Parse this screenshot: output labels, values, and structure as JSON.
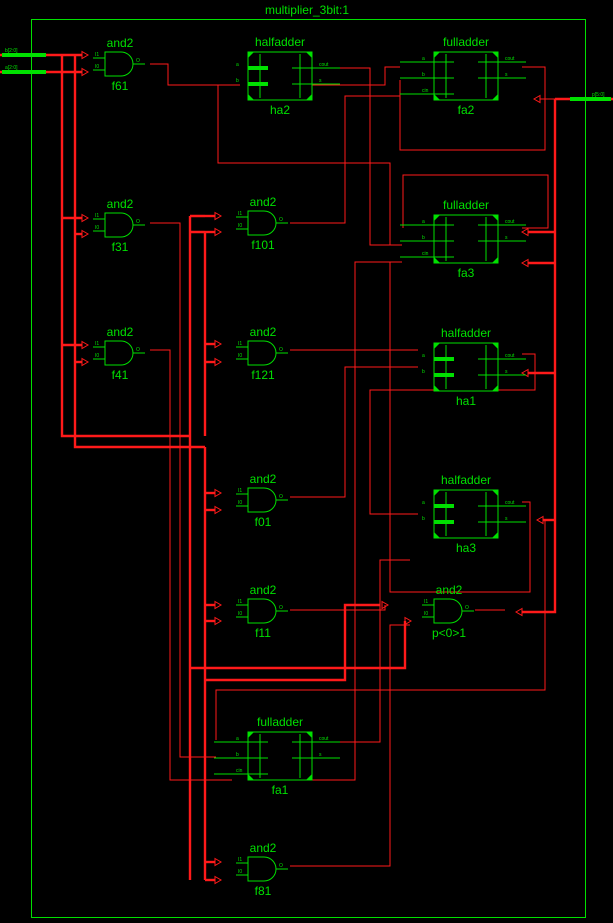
{
  "title": "multiplier_3bit:1",
  "ports": {
    "b": "b[2:0]",
    "a": "a[2:0]",
    "p": "p[5:0]"
  },
  "pins": {
    "and": {
      "in1": "I1",
      "in0": "I0",
      "out": "O"
    },
    "half": {
      "a": "a",
      "b": "b",
      "cout": "cout",
      "s": "s"
    },
    "full": {
      "a": "a",
      "b": "b",
      "cin": "cin",
      "cout": "cout",
      "s": "s"
    }
  },
  "gates": [
    {
      "id": "g61",
      "type": "and2",
      "name": "f61"
    },
    {
      "id": "g31",
      "type": "and2",
      "name": "f31"
    },
    {
      "id": "g41",
      "type": "and2",
      "name": "f41"
    },
    {
      "id": "g101",
      "type": "and2",
      "name": "f101"
    },
    {
      "id": "g121",
      "type": "and2",
      "name": "f121"
    },
    {
      "id": "g01",
      "type": "and2",
      "name": "f01"
    },
    {
      "id": "g11",
      "type": "and2",
      "name": "f11"
    },
    {
      "id": "gp0",
      "type": "and2",
      "name": "p<0>1"
    },
    {
      "id": "g81",
      "type": "and2",
      "name": "f81"
    }
  ],
  "halfadders": [
    {
      "id": "ha2",
      "type": "halfadder",
      "name": "ha2"
    },
    {
      "id": "ha1",
      "type": "halfadder",
      "name": "ha1"
    },
    {
      "id": "ha3",
      "type": "halfadder",
      "name": "ha3"
    }
  ],
  "fulladders": [
    {
      "id": "fa2",
      "type": "fulladder",
      "name": "fa2"
    },
    {
      "id": "fa3",
      "type": "fulladder",
      "name": "fa3"
    },
    {
      "id": "fa1",
      "type": "fulladder",
      "name": "fa1"
    }
  ]
}
